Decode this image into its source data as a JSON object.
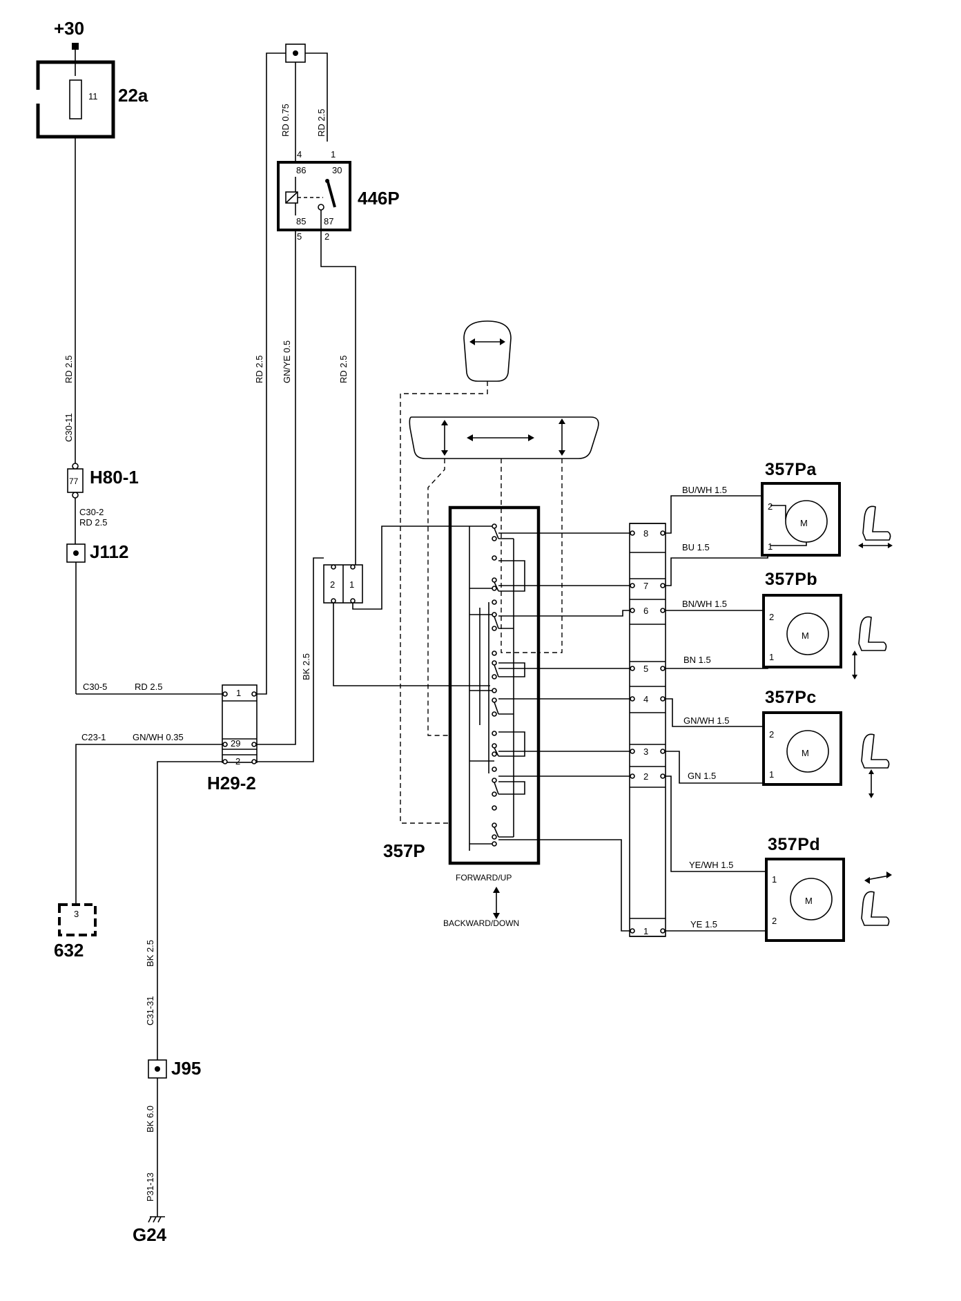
{
  "supply": {
    "terminal": "+30"
  },
  "fuse": {
    "id": "22a",
    "number": "11"
  },
  "relay": {
    "id": "446P",
    "pins": [
      "86",
      "30",
      "85",
      "87"
    ],
    "pin_numbers": [
      "4",
      "1",
      "5",
      "2"
    ]
  },
  "connectors": {
    "h80": {
      "id": "H80-1",
      "pin": "77"
    },
    "j112": {
      "id": "J112"
    },
    "h29": {
      "id": "H29-2",
      "pins": [
        "1",
        "29",
        "2"
      ]
    },
    "j95": {
      "id": "J95"
    },
    "c632": {
      "id": "632",
      "pin": "3"
    },
    "switch_conn": {
      "pins": [
        "2",
        "1"
      ]
    },
    "motor_conn": {
      "pins": [
        "8",
        "7",
        "6",
        "5",
        "4",
        "3",
        "2",
        "1"
      ]
    }
  },
  "ground": {
    "id": "G24"
  },
  "wire_labels": {
    "rd075": "RD 0.75",
    "rd25_top": "RD 2.5",
    "rd25_fuse": "RD 2.5",
    "c30_11": "C30-11",
    "c30_2": "C30-2",
    "rd25_h80": "RD 2.5",
    "c30_5": "C30-5",
    "rd25_h29": "RD 2.5",
    "rd25_a": "RD 2.5",
    "gnye": "GN/YE 0.5",
    "rd25_b": "RD 2.5",
    "bk25_a": "BK 2.5",
    "c23_1": "C23-1",
    "gnwh035": "GN/WH 0.35",
    "bk25_b": "BK 2.5",
    "c31_31": "C31-31",
    "bk60": "BK 6.0",
    "p31_13": "P31-13"
  },
  "switch": {
    "id": "357P",
    "forward": "FORWARD/UP",
    "backward": "BACKWARD/DOWN"
  },
  "motors": [
    {
      "id": "357Pa",
      "symbol": "M",
      "wire_top": "BU/WH 1.5",
      "wire_bottom": "BU  1.5",
      "pin_top": "2",
      "pin_bottom": "1"
    },
    {
      "id": "357Pb",
      "symbol": "M",
      "wire_top": "BN/WH  1.5",
      "wire_bottom": "BN  1.5",
      "pin_top": "2",
      "pin_bottom": "1"
    },
    {
      "id": "357Pc",
      "symbol": "M",
      "wire_top": "GN/WH 1.5",
      "wire_bottom": "GN  1.5",
      "pin_top": "2",
      "pin_bottom": "1"
    },
    {
      "id": "357Pd",
      "symbol": "M",
      "wire_top": "YE/WH 1.5",
      "wire_bottom": "YE  1.5",
      "pin_top": "1",
      "pin_bottom": "2"
    }
  ]
}
